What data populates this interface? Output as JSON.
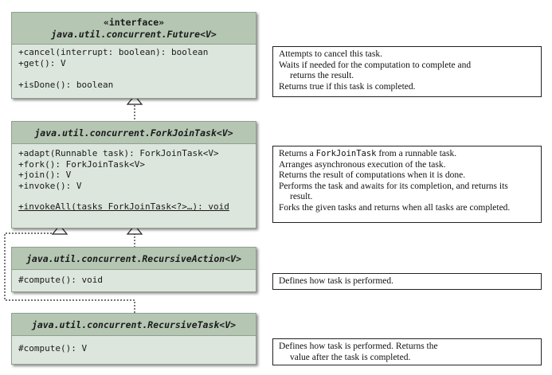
{
  "future": {
    "stereotype": "«interface»",
    "name": "java.util.concurrent.Future<V>",
    "methods": [
      "+cancel(interrupt: boolean): boolean",
      "+get(): V",
      "+isDone(): boolean"
    ]
  },
  "future_desc": {
    "lines": [
      "Attempts to cancel this task.",
      "Waits if needed for the computation to complete and",
      "returns the result.",
      "Returns true if this task is completed."
    ]
  },
  "forkjoin": {
    "name": "java.util.concurrent.ForkJoinTask<V>",
    "methods": [
      "+adapt(Runnable task): ForkJoinTask<V>",
      "+fork(): ForkJoinTask<V>",
      "+join(): V",
      "+invoke(): V",
      "+invokeAll(tasks ForkJoinTask<?>…): void"
    ]
  },
  "forkjoin_desc": {
    "l1_pre": "Returns a ",
    "l1_mono": "ForkJoinTask",
    "l1_post": " from a runnable task.",
    "lines": [
      "Arranges asynchronous execution of the task.",
      "Returns the result of computations when it is done.",
      "Performs the task and awaits for its completion, and returns its",
      "result.",
      "Forks the given tasks and returns when all tasks are completed."
    ]
  },
  "action": {
    "name": "java.util.concurrent.RecursiveAction<V>",
    "methods": [
      "#compute(): void"
    ]
  },
  "action_desc": {
    "lines": [
      "Defines how task is performed."
    ]
  },
  "task": {
    "name": "java.util.concurrent.RecursiveTask<V>",
    "methods": [
      "#compute(): V"
    ]
  },
  "task_desc": {
    "lines": [
      "Defines how task is performed. Returns the",
      "value after the task is completed."
    ]
  }
}
